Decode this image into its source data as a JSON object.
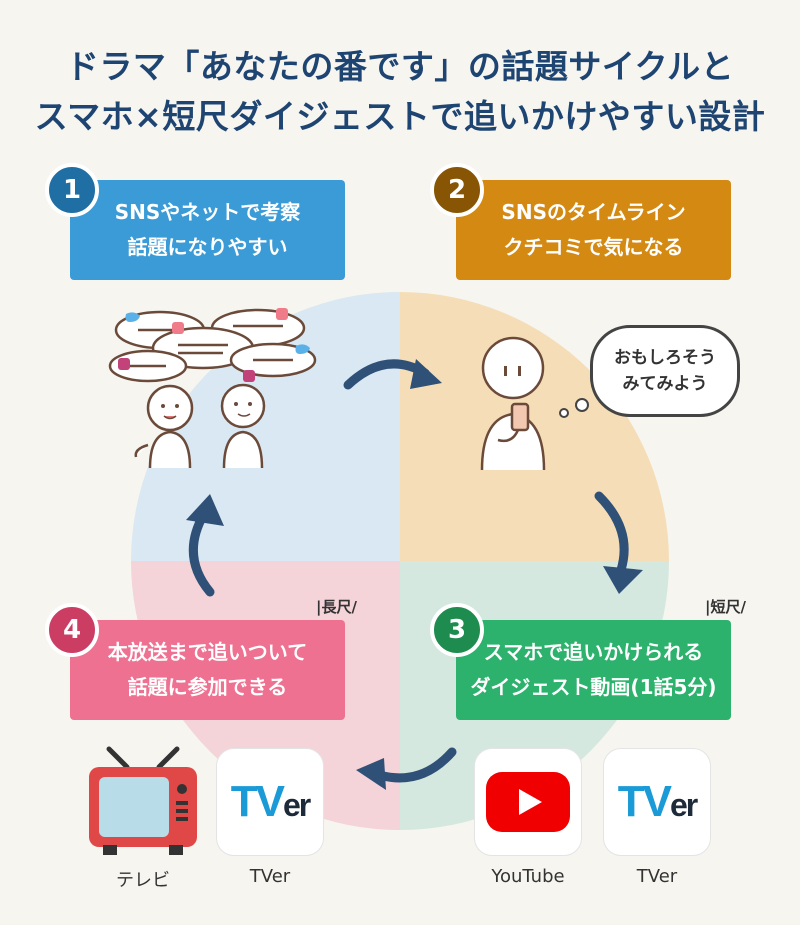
{
  "title": {
    "line1": "ドラマ「あなたの番です」の話題サイクルと",
    "line2": "スマホ×短尺ダイジェストで追いかけやすい設計"
  },
  "steps": [
    {
      "number": "1",
      "line1": "SNSやネットで考察",
      "line2": "話題になりやすい",
      "color": "#3a9bd6"
    },
    {
      "number": "2",
      "line1": "SNSのタイムライン",
      "line2": "クチコミで気になる",
      "color": "#d48a12"
    },
    {
      "number": "3",
      "line1": "スマホで追いかけられる",
      "line2": "ダイジェスト動画(1話5分)",
      "color": "#2cb26c"
    },
    {
      "number": "4",
      "line1": "本放送まで追いついて",
      "line2": "話題に参加できる",
      "color": "#ef7191"
    }
  ],
  "tags": {
    "long": "|長尺/",
    "short": "|短尺/"
  },
  "speech": {
    "line1": "おもしろそう",
    "line2": "みてみよう"
  },
  "platforms": [
    {
      "label": "テレビ",
      "icon": "tv-icon"
    },
    {
      "label": "TVer",
      "icon": "tver-logo"
    },
    {
      "label": "YouTube",
      "icon": "youtube-logo"
    },
    {
      "label": "TVer",
      "icon": "tver-logo"
    }
  ],
  "logos": {
    "tver_t": "TV",
    "tver_er": "er"
  },
  "colors": {
    "title": "#1e4472",
    "q1": "#d9e8f2",
    "q2": "#f5deb7",
    "q3": "#d4e8df",
    "q4": "#f4d3d9",
    "arrow": "#2f5077"
  }
}
